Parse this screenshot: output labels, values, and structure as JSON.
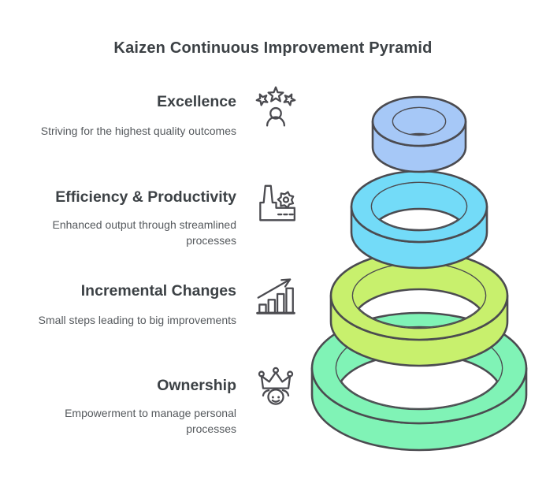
{
  "title": "Kaizen Continuous Improvement Pyramid",
  "levels": [
    {
      "heading": "Excellence",
      "description": "Striving for the highest quality outcomes",
      "icon": "stars-person-icon",
      "ring_color": "#a6c8f7"
    },
    {
      "heading": "Efficiency & Productivity",
      "description": "Enhanced output through streamlined\nprocesses",
      "icon": "factory-gear-icon",
      "ring_color": "#73dbf8"
    },
    {
      "heading": "Incremental Changes",
      "description": "Small steps leading to big improvements",
      "icon": "growth-chart-icon",
      "ring_color": "#c8f06d"
    },
    {
      "heading": "Ownership",
      "description": "Empowerment to manage personal\nprocesses",
      "icon": "crown-face-icon",
      "ring_color": "#80f3b6"
    }
  ],
  "colors": {
    "outline": "#4b4b50",
    "heading_text": "#3c4145",
    "body_text": "#55595d",
    "background": "#ffffff"
  }
}
